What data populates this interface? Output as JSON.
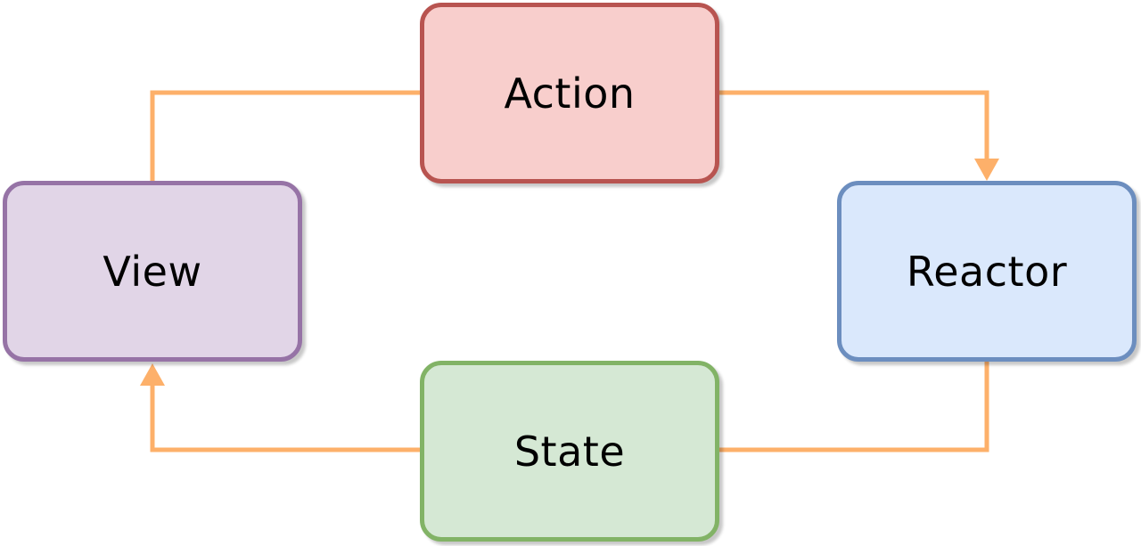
{
  "diagram": {
    "connector_color": "#FDB06A",
    "nodes": {
      "action": {
        "label": "Action",
        "fill": "#F8CECC",
        "stroke": "#B85450"
      },
      "view": {
        "label": "View",
        "fill": "#E1D5E7",
        "stroke": "#9673A6"
      },
      "reactor": {
        "label": "Reactor",
        "fill": "#DAE8FC",
        "stroke": "#6C8EBF"
      },
      "state": {
        "label": "State",
        "fill": "#D5E8D4",
        "stroke": "#82B366"
      }
    },
    "edges": [
      {
        "from": "view",
        "to": "action",
        "arrow": "none"
      },
      {
        "from": "action",
        "to": "reactor",
        "arrow": "end"
      },
      {
        "from": "reactor",
        "to": "state",
        "arrow": "none"
      },
      {
        "from": "state",
        "to": "view",
        "arrow": "end"
      }
    ]
  }
}
